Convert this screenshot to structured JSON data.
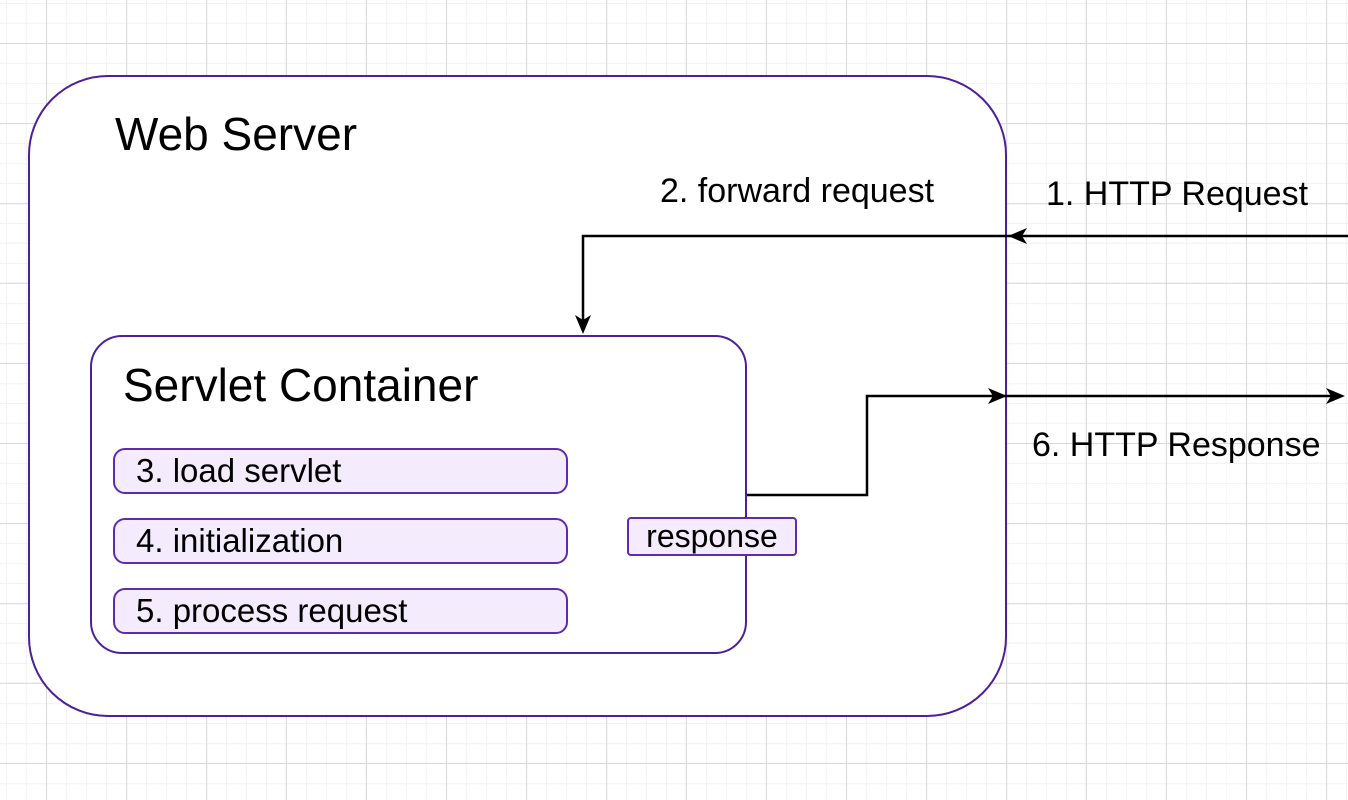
{
  "colors": {
    "container_border": "#4c1f9c",
    "box_border": "#5d2cae",
    "box_fill": "#f4ebfc",
    "arrow": "#000000",
    "text": "#000000",
    "grid_minor": "#f2f2f2",
    "grid_major": "#d8d8d8",
    "background": "#ffffff"
  },
  "web_server": {
    "title": "Web Server"
  },
  "servlet_container": {
    "title": "Servlet Container",
    "steps": [
      {
        "label": "3. load servlet"
      },
      {
        "label": "4. initialization"
      },
      {
        "label": "5. process request"
      }
    ],
    "response_label": "response"
  },
  "flow_labels": {
    "http_request": "1. HTTP Request",
    "forward_request": "2. forward request",
    "http_response": "6. HTTP Response"
  }
}
